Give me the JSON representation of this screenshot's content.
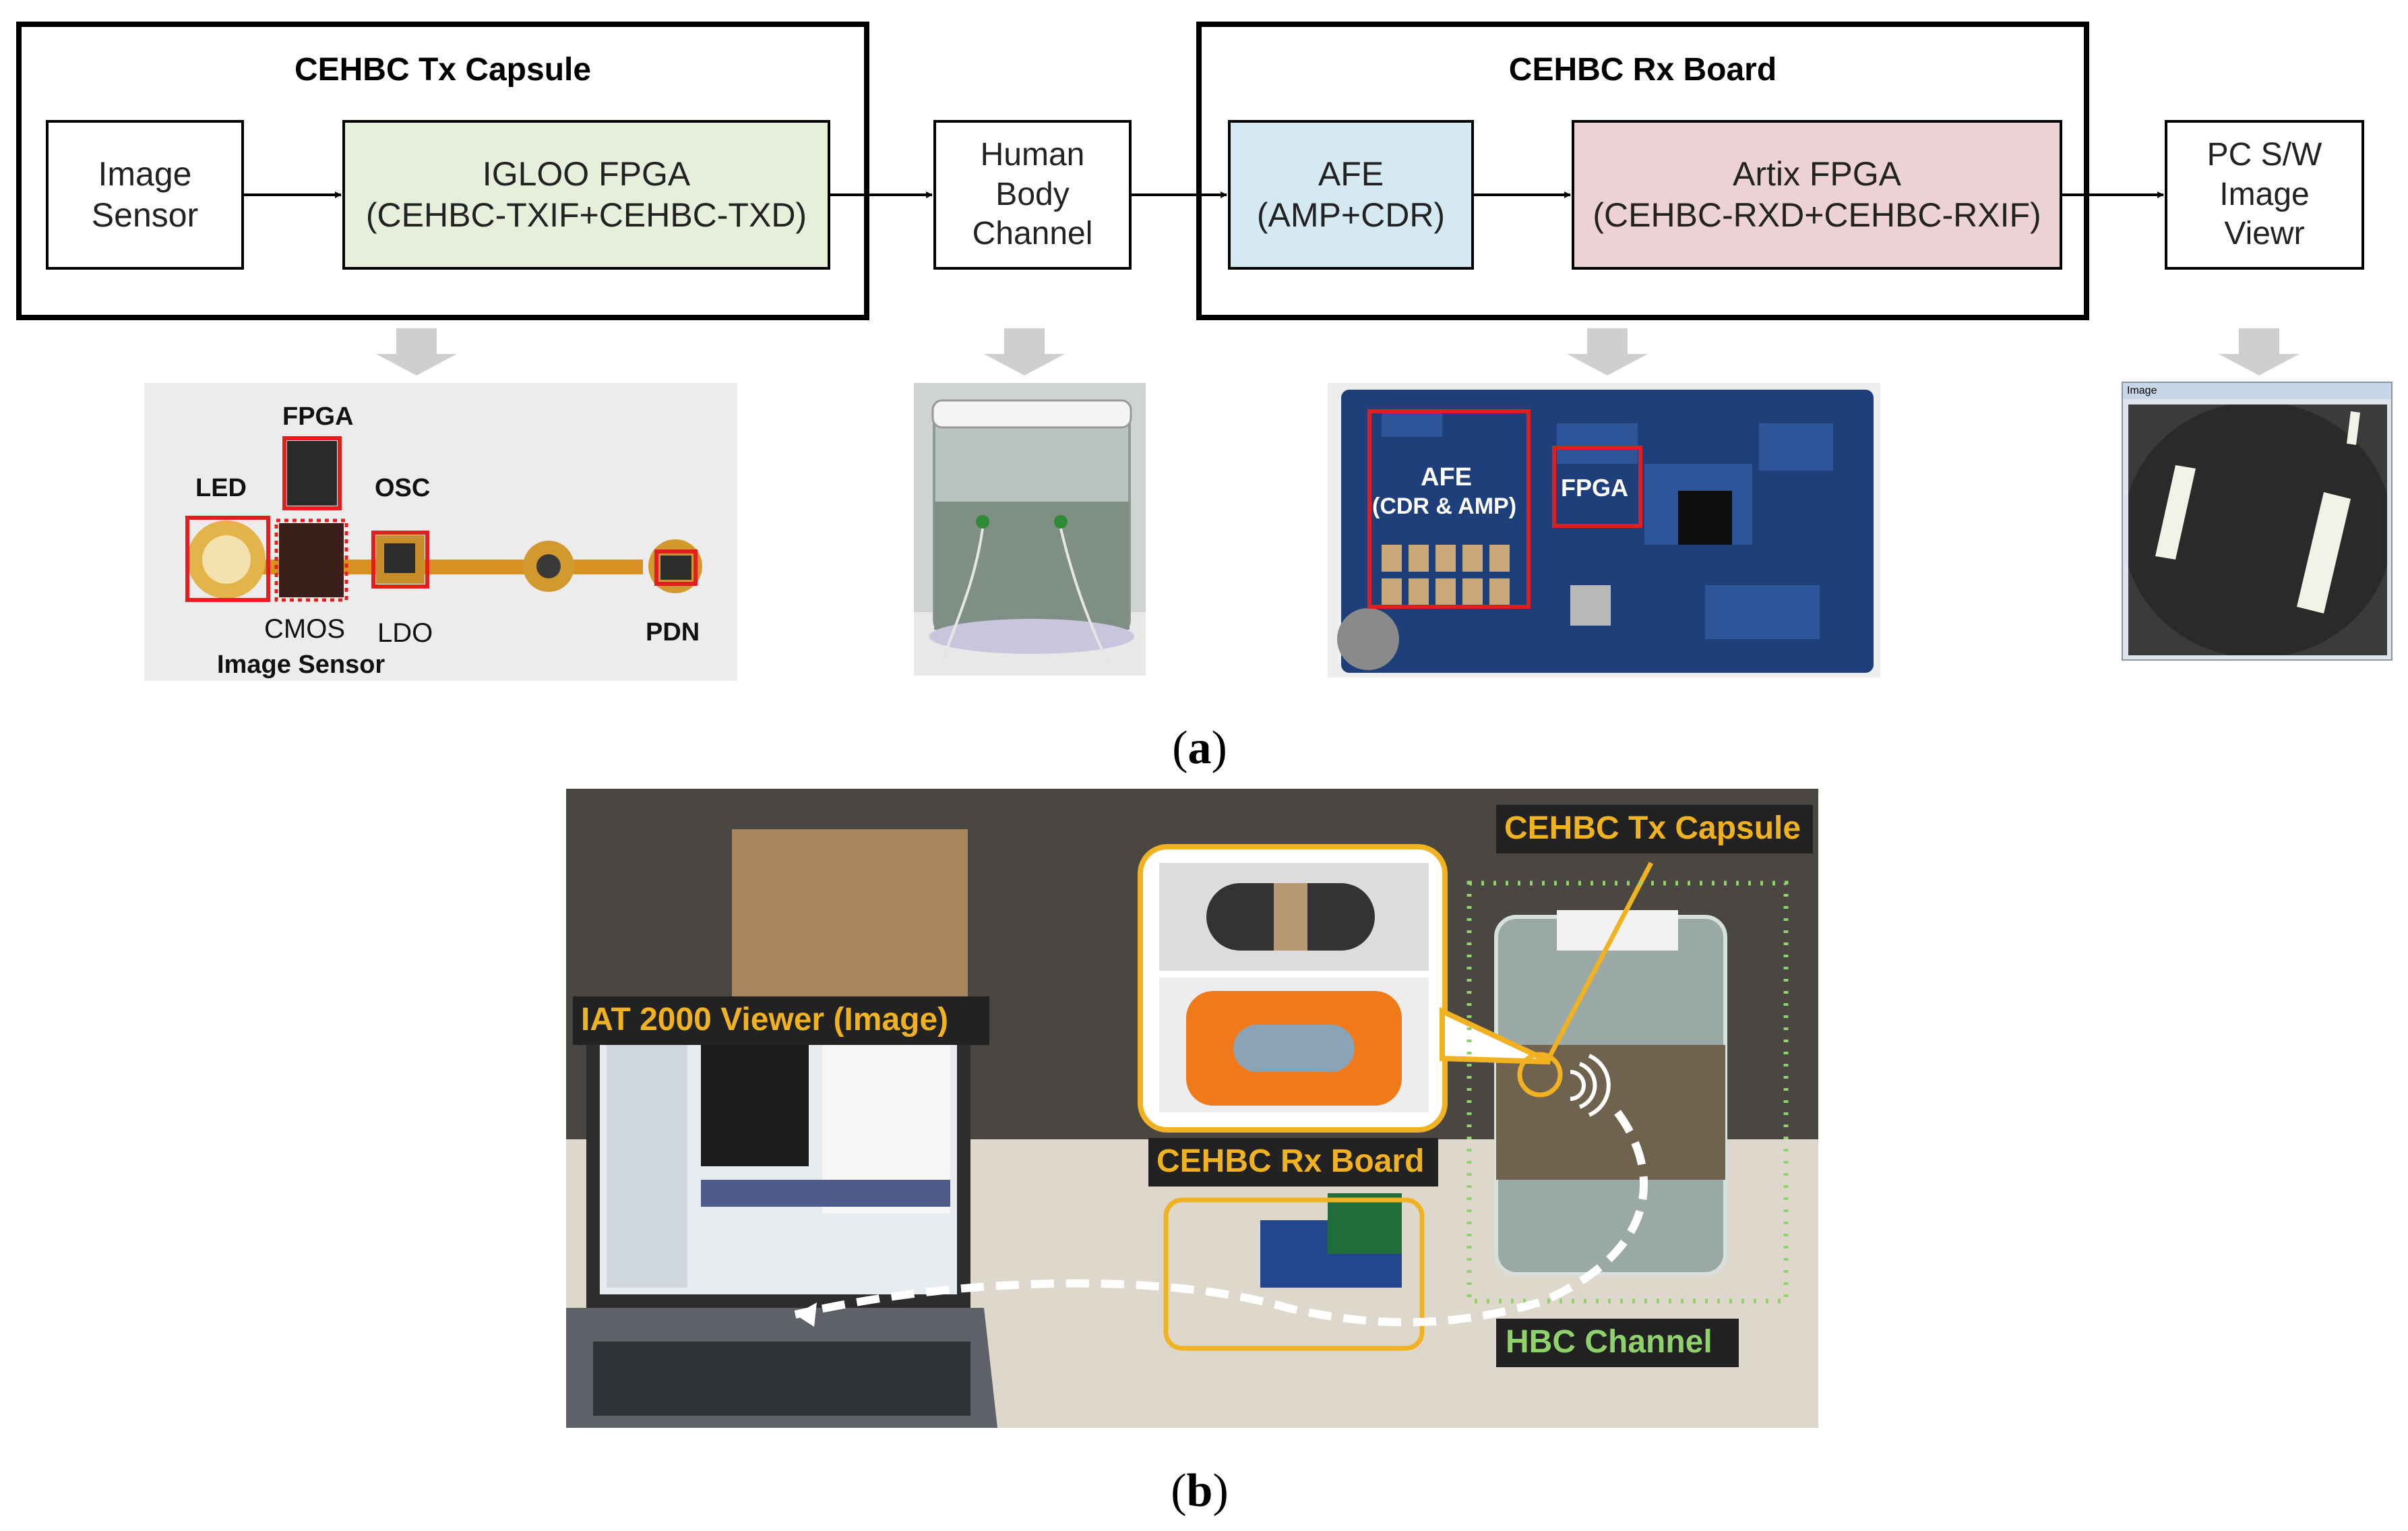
{
  "panel_a": {
    "tx_capsule": {
      "title": "CEHBC Tx Capsule",
      "image_sensor": [
        "Image",
        "Sensor"
      ],
      "fpga": [
        "IGLOO FPGA",
        "(CEHBC-TXIF+CEHBC-TXD)"
      ]
    },
    "human_body_channel": [
      "Human",
      "Body",
      "Channel"
    ],
    "rx_board": {
      "title": "CEHBC Rx Board",
      "afe": [
        "AFE",
        "(AMP+CDR)"
      ],
      "fpga": [
        "Artix FPGA",
        "(CEHBC-RXD+CEHBC-RXIF)"
      ]
    },
    "pc_viewer": [
      "PC S/W",
      "Image",
      "Viewr"
    ],
    "tx_photo_labels": {
      "fpga": "FPGA",
      "led": "LED",
      "osc": "OSC",
      "cmos": "CMOS",
      "ldo": "LDO",
      "image_sensor": "Image Sensor",
      "pdn": "PDN"
    },
    "rx_photo_labels": {
      "afe": "AFE",
      "afe_sub": "(CDR & AMP)",
      "fpga": "FPGA"
    },
    "viewer_window_title": "Image",
    "caption": "a"
  },
  "panel_b": {
    "labels": {
      "viewer": "IAT 2000 Viewer (Image)",
      "tx_capsule": "CEHBC Tx Capsule",
      "rx_board": "CEHBC Rx Board",
      "hbc_channel": "HBC Channel"
    },
    "caption": "b"
  },
  "colors": {
    "accent_orange": "#f0b220",
    "hbc_green": "#8fd16a",
    "highlight_red": "#e41e1e",
    "arrow_gray": "#cfcfcf"
  }
}
